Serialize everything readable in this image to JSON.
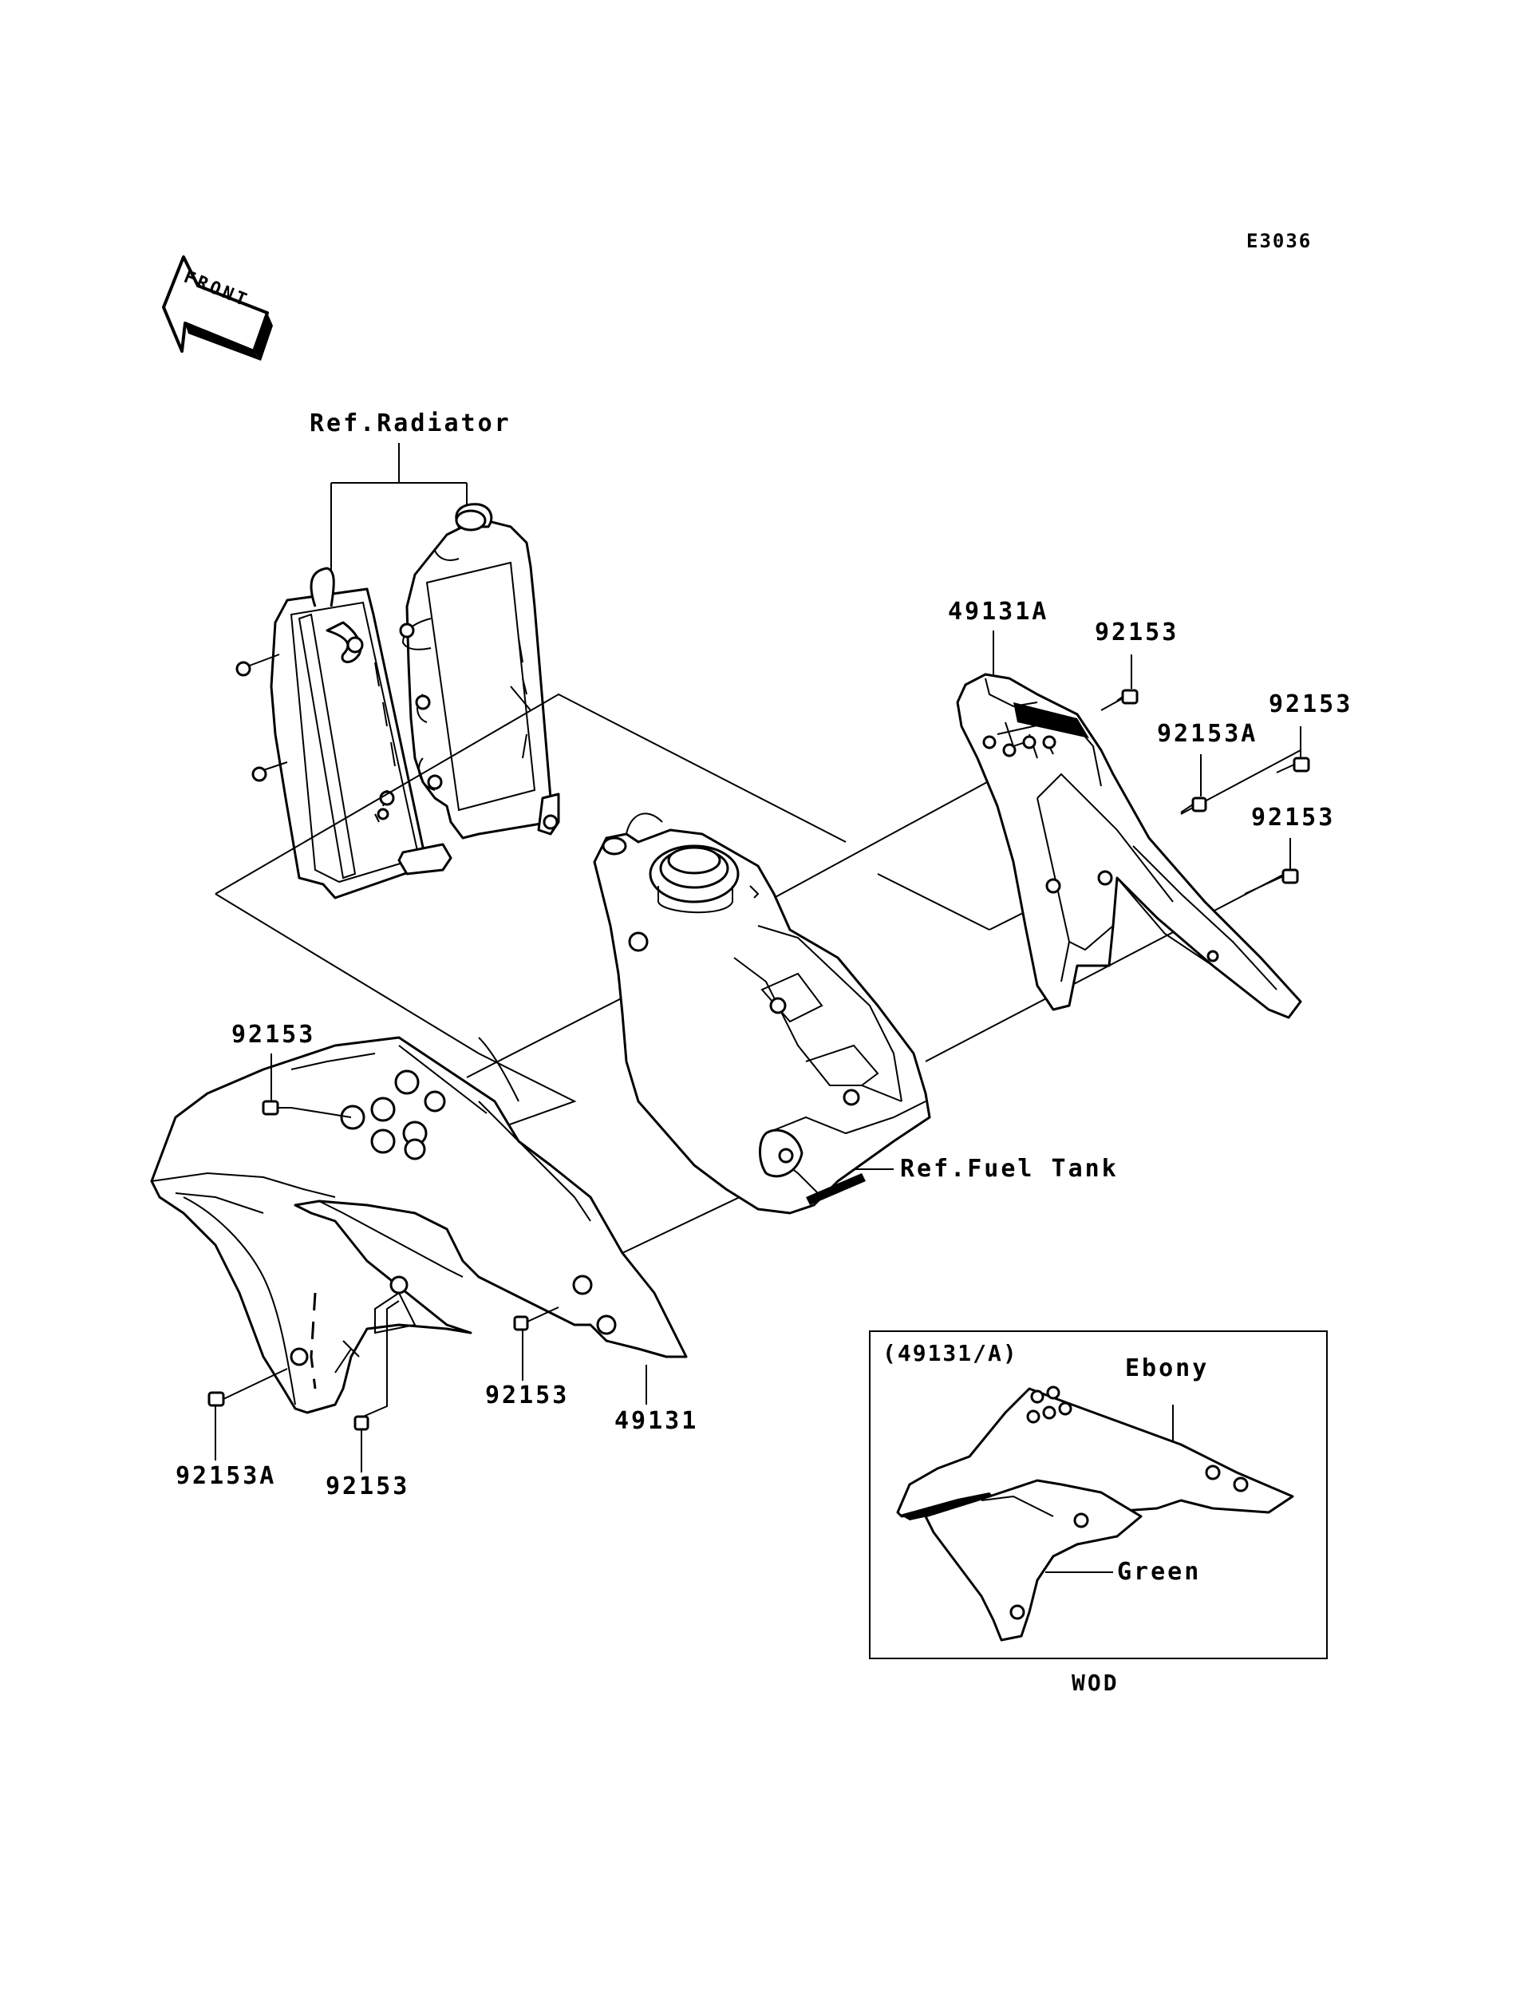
{
  "diagram_code": "E3036",
  "front_label": "FRONT",
  "labels": {
    "ref_radiator": "Ref.Radiator",
    "ref_fuel_tank": "Ref.Fuel Tank",
    "part_49131A": "49131A",
    "part_49131": "49131",
    "part_92153": "92153",
    "part_92153A": "92153A"
  },
  "inset": {
    "title": "(49131/A)",
    "color_1": "Ebony",
    "color_2": "Green",
    "model": "WOD"
  }
}
